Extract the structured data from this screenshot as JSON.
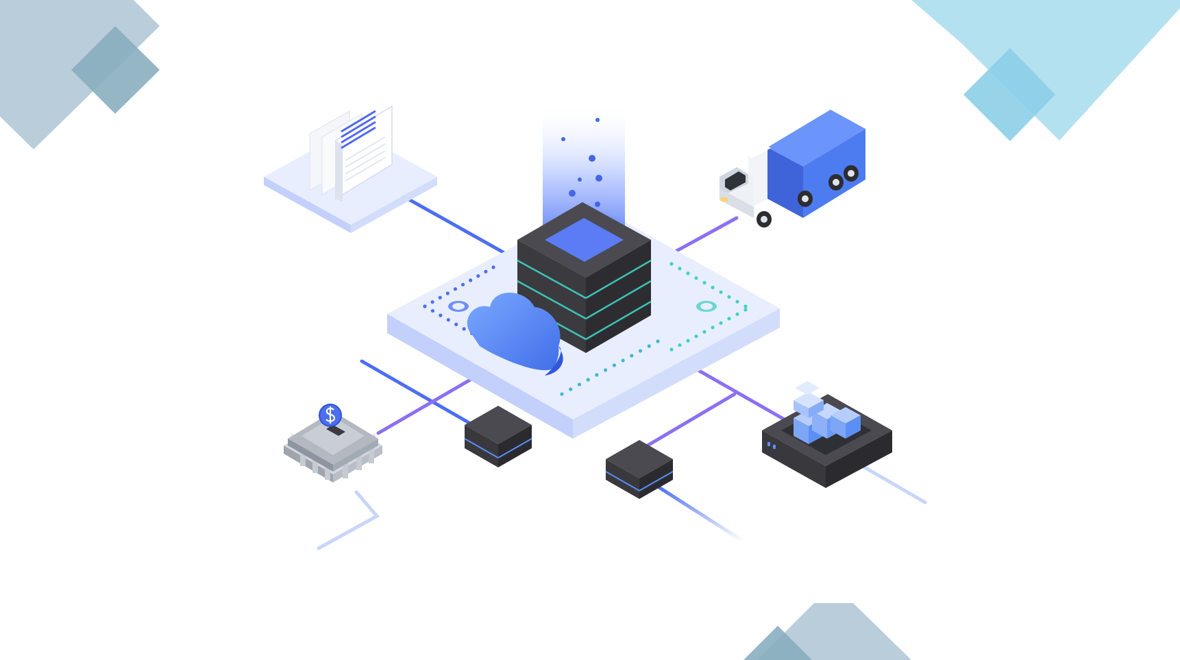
{
  "title": "",
  "caption": "",
  "nodes": [
    {
      "id": "central-database",
      "icon": "database-server-icon"
    },
    {
      "id": "cloud",
      "icon": "cloud-icon"
    },
    {
      "id": "document",
      "icon": "document-icon"
    },
    {
      "id": "truck",
      "icon": "truck-icon"
    },
    {
      "id": "bank",
      "icon": "bank-icon"
    },
    {
      "id": "server-a",
      "icon": "server-box-icon"
    },
    {
      "id": "server-b",
      "icon": "server-box-icon"
    },
    {
      "id": "storage",
      "icon": "storage-tray-icon"
    }
  ],
  "edges": [
    [
      "document",
      "central-database"
    ],
    [
      "truck",
      "central-database"
    ],
    [
      "bank",
      "central-database"
    ],
    [
      "server-a",
      "central-database"
    ],
    [
      "server-b",
      "central-database"
    ],
    [
      "storage",
      "central-database"
    ]
  ],
  "colors": {
    "decor_slate": "#adc6d4",
    "decor_slate_dark": "#8aaebf",
    "decor_sky": "#b4e1f0",
    "decor_sky_dark": "#8ccfe8",
    "platform_top": "#e8eefe",
    "platform_side": "#c2d0fb",
    "line_blue": "#4c6ef5",
    "line_purple": "#8c6ff5",
    "server_dark": "#3f3f44",
    "accent_teal": "#3fd3c4",
    "truck_blue": "#4d7cf0",
    "cloud_blue": "#5b8ff5"
  }
}
